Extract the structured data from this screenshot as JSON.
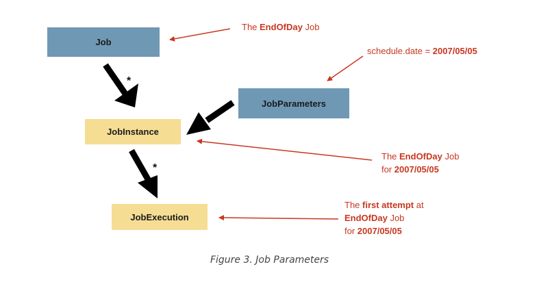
{
  "boxes": {
    "job": "Job",
    "job_parameters": "JobParameters",
    "job_instance": "JobInstance",
    "job_execution": "JobExecution"
  },
  "multiplicity": {
    "job_to_instance": "*",
    "instance_to_execution": "*"
  },
  "notes": {
    "job": {
      "prefix": "The ",
      "bold": "EndOfDay",
      "suffix": " Job"
    },
    "parameters": {
      "prefix": "schedule.date = ",
      "bold": "2007/05/05"
    },
    "instance": {
      "line1_prefix": "The ",
      "line1_bold": "EndOfDay",
      "line1_suffix": " Job",
      "line2_prefix": "for ",
      "line2_bold": "2007/05/05"
    },
    "execution": {
      "line1_prefix": "The ",
      "line1_bold": "first attempt",
      "line1_suffix": " at",
      "line2_bold": "EndOfDay",
      "line2_suffix": " Job",
      "line3_prefix": "for ",
      "line3_bold": "2007/05/05"
    }
  },
  "caption": "Figure 3. Job Parameters",
  "colors": {
    "box_blue": "#6f98b5",
    "box_yellow": "#f6dd94",
    "annotation_red": "#c7371f",
    "arrow_black": "#000000"
  }
}
